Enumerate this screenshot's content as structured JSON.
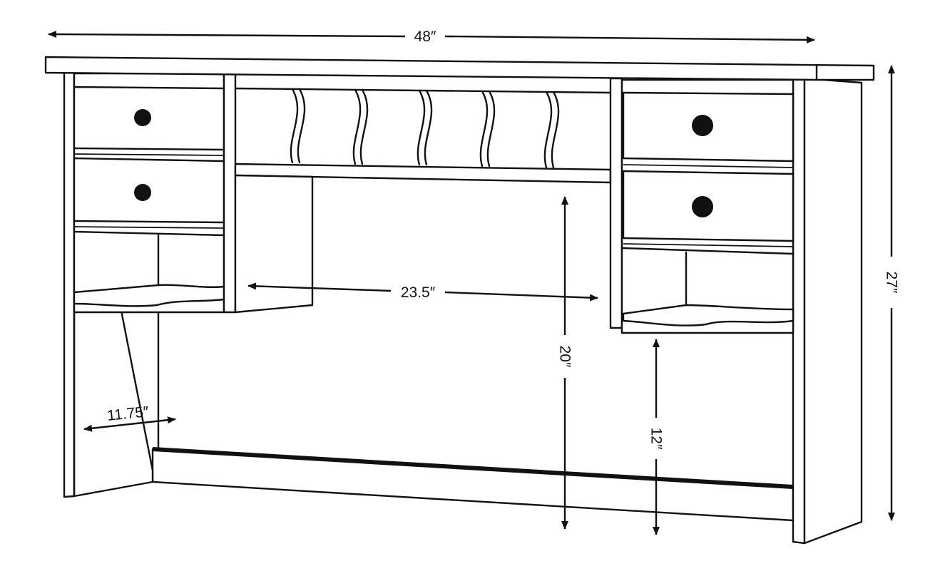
{
  "diagram": {
    "dimensions": {
      "width": "48″",
      "height": "27″",
      "center_opening": "23.5″",
      "depth": "11.75″",
      "center_clearance": "20″",
      "side_clearance": "12″"
    },
    "drawer_knob_count": 4,
    "colors": {
      "line": "#111111",
      "background": "#ffffff"
    }
  }
}
